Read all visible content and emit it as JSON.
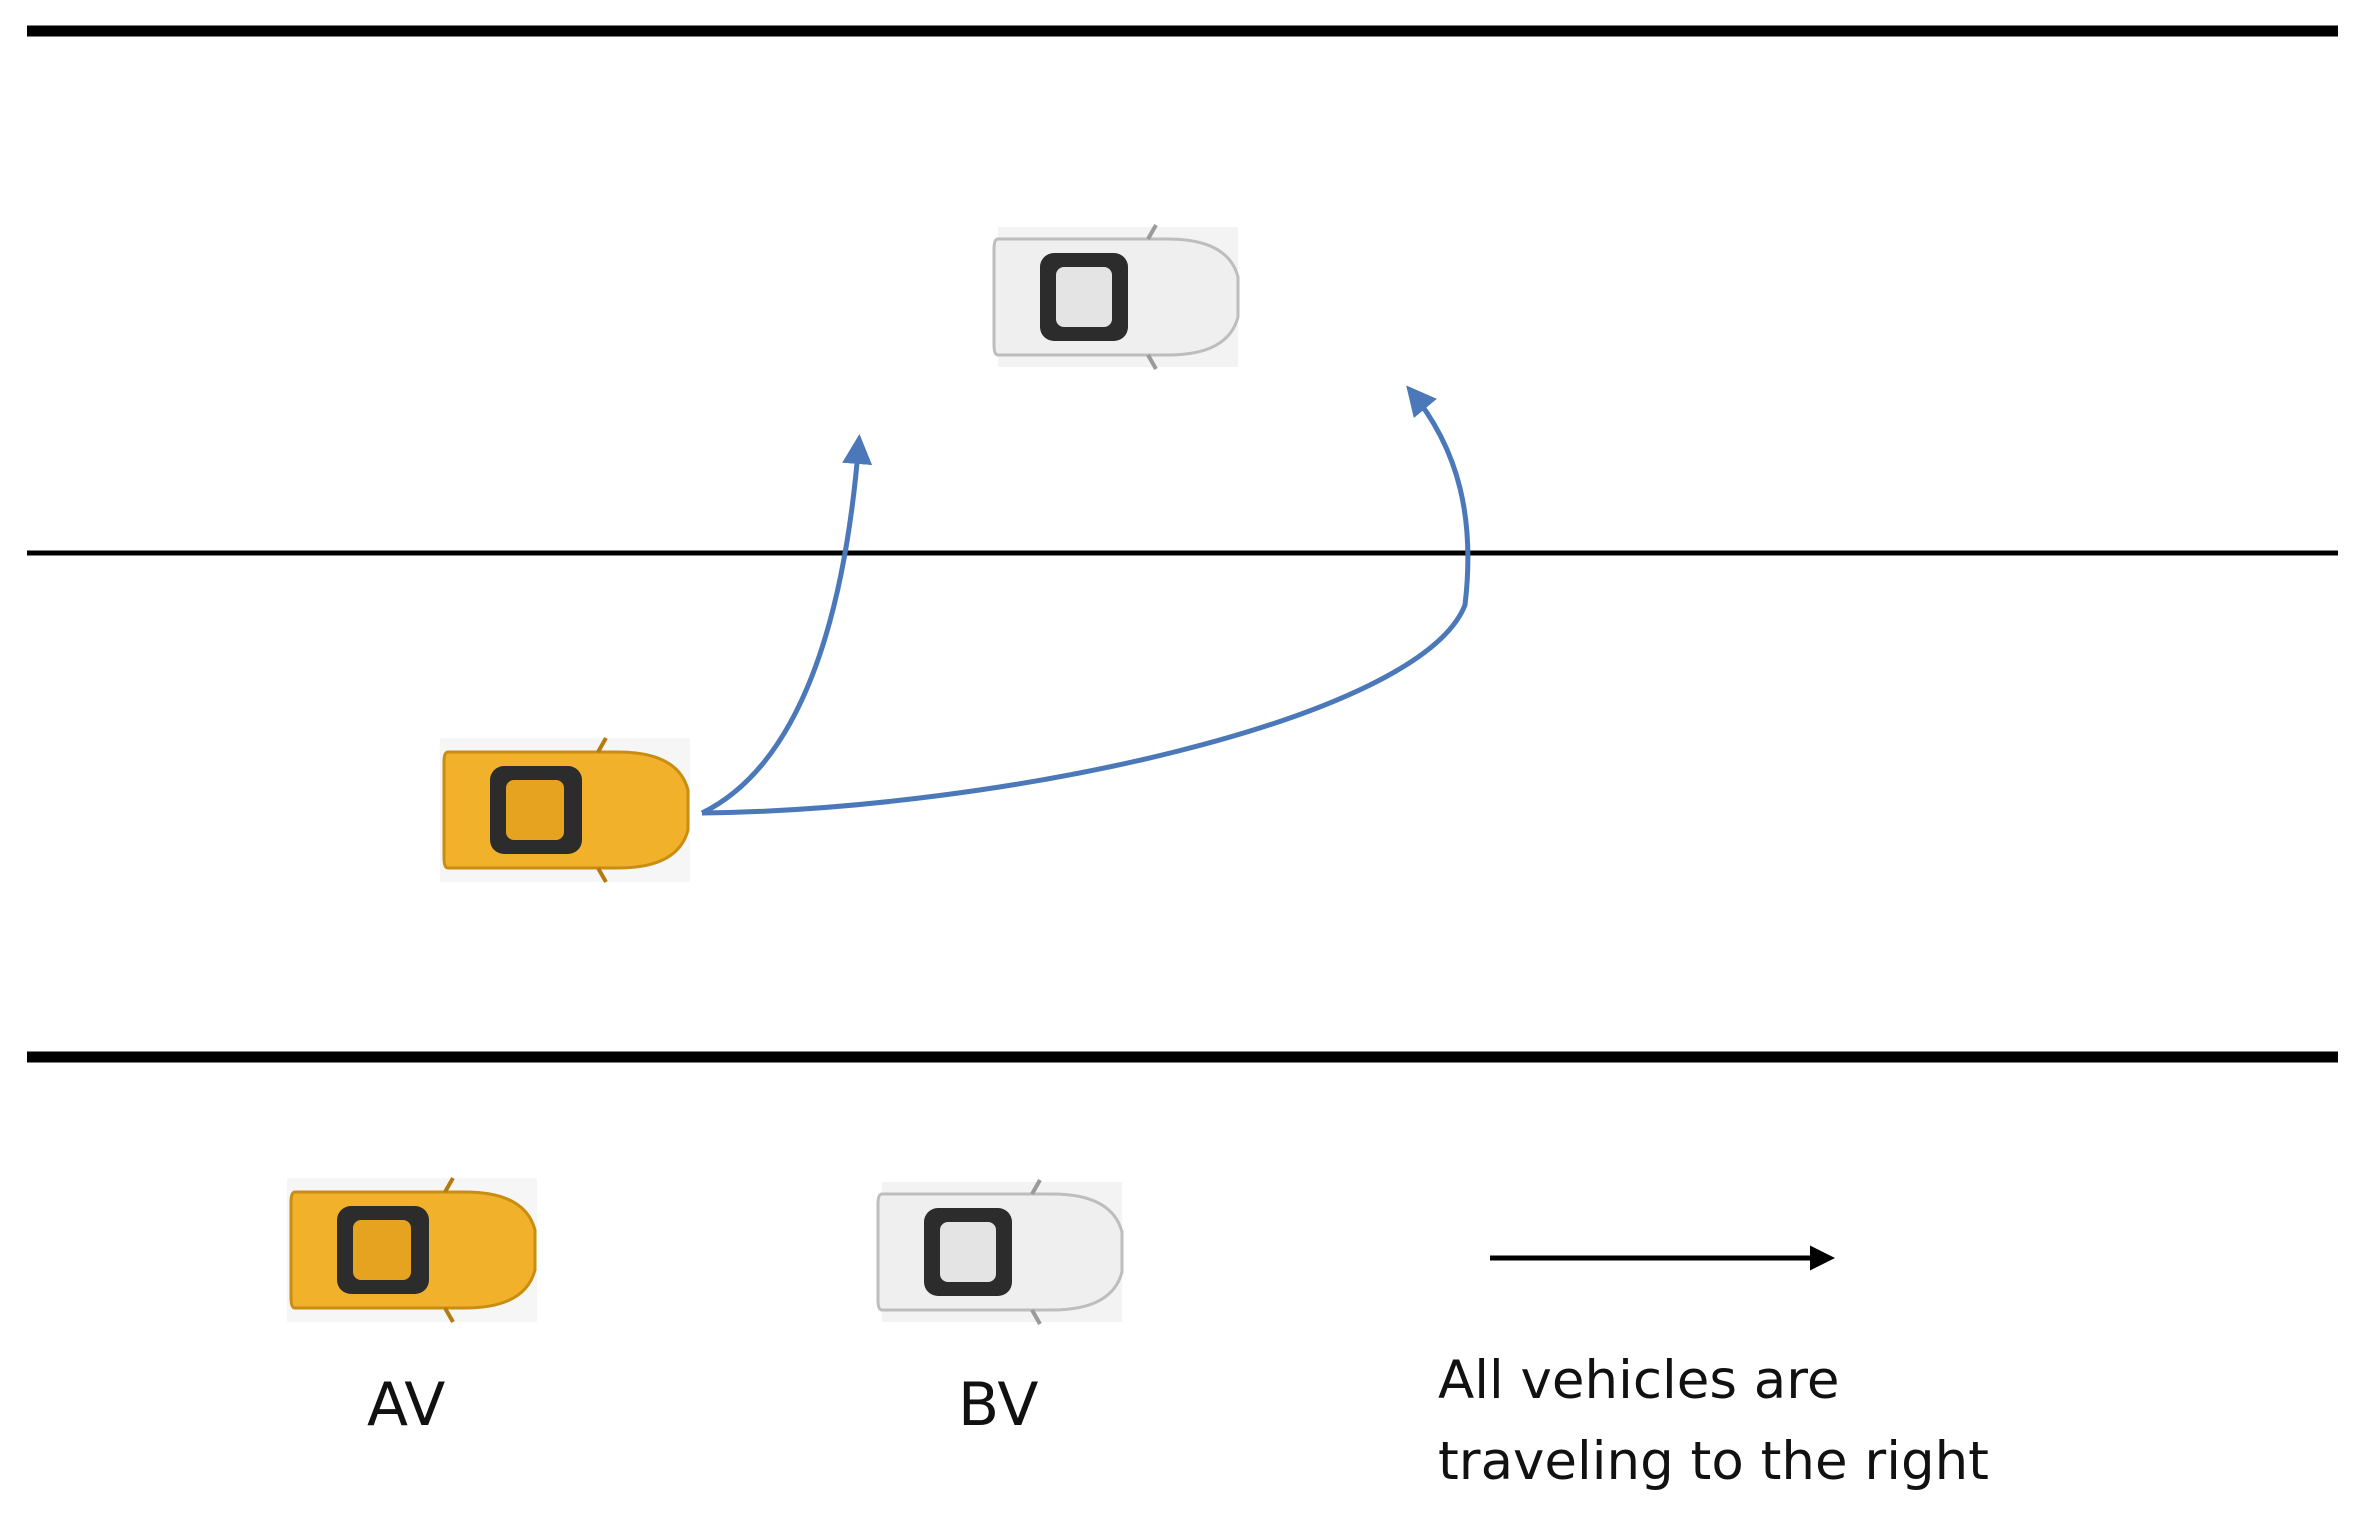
{
  "legend": {
    "av_label": "AV",
    "bv_label": "BV",
    "direction_line1": "All vehicles are",
    "direction_line2": "traveling to the right"
  },
  "colors": {
    "road_line": "#000000",
    "trajectory": "#4a78b8",
    "av_body": "#f2b12a",
    "bv_body": "#efefef",
    "window": "#2c2c2c"
  }
}
